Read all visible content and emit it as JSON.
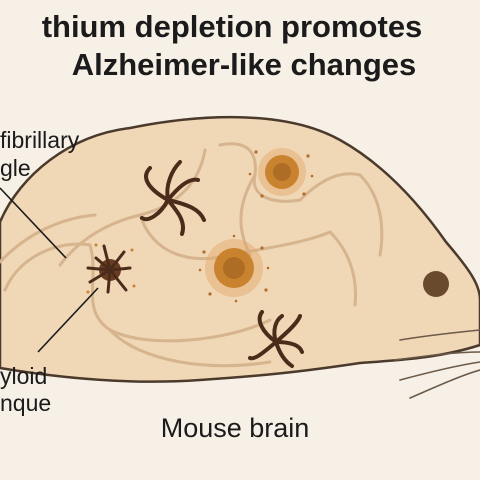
{
  "title": {
    "line1": "thium depletion promotes",
    "line2": "Alzheimer-like changes"
  },
  "labels": {
    "tangle_line1": "fibrillary",
    "tangle_line2": "gle",
    "plaque_line1": "yloid",
    "plaque_line2": "nque"
  },
  "caption": "Mouse brain",
  "colors": {
    "background": "#f6f0e6",
    "brain_fill": "#f0d7b6",
    "outline": "#4b3a2c",
    "fold": "#d6b48e",
    "plaque": "#c9822e",
    "tangle": "#4b2c1a",
    "eye": "#6a4a2c"
  },
  "icons": [
    "neurofibrillary-tangle-icon",
    "amyloid-plaque-icon"
  ]
}
